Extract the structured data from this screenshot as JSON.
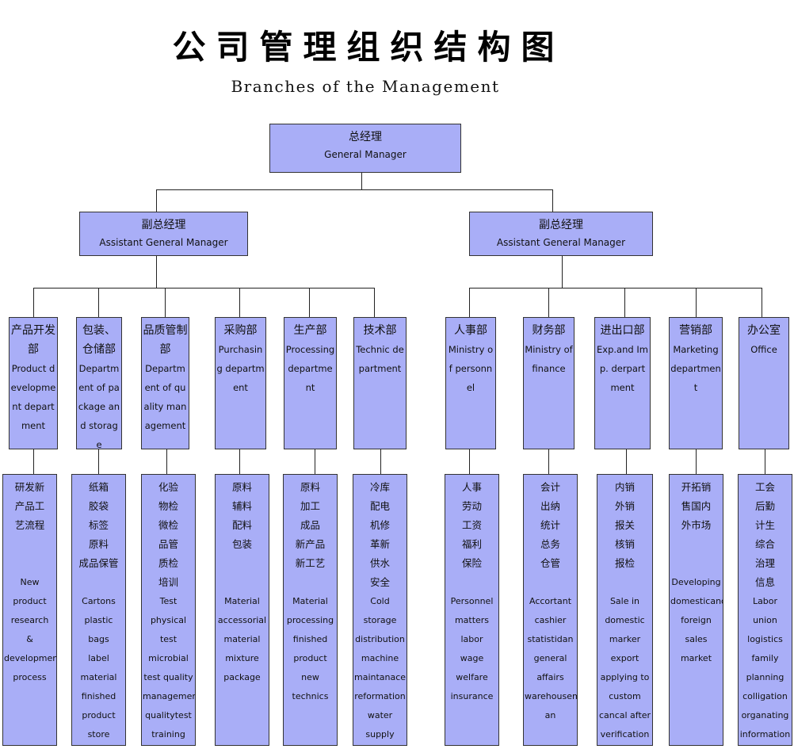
{
  "title": "公司管理组织结构图",
  "subtitle": "Branches of the Management",
  "colors": {
    "box_fill": "#a9aef7",
    "box_border": "#333333",
    "line": "#222222"
  },
  "general_manager": {
    "zh": "总经理",
    "en": "General Manager"
  },
  "assistant_managers": [
    {
      "zh": "副总经理",
      "en": "Assistant General Manager"
    },
    {
      "zh": "副总经理",
      "en": "Assistant General Manager"
    }
  ],
  "departments": [
    {
      "zh": "产品开发部",
      "en": "Product development department"
    },
    {
      "zh": "包装、仓储部",
      "en": "Department of package and storage"
    },
    {
      "zh": "品质管制部",
      "en": "Department of quality management"
    },
    {
      "zh": "采购部",
      "en": "Purchasing department"
    },
    {
      "zh": "生产部",
      "en": "Processing department"
    },
    {
      "zh": "技术部",
      "en": "Technic department"
    },
    {
      "zh": "人事部",
      "en": "Ministry of personnel"
    },
    {
      "zh": "财务部",
      "en": "Ministry of finance"
    },
    {
      "zh": "进出口部",
      "en": "Exp.and Imp. derpartment"
    },
    {
      "zh": "营销部",
      "en": "Marketing department"
    },
    {
      "zh": "办公室",
      "en": "Office"
    }
  ],
  "tasks": [
    {
      "zh": "研发新\n产品工\n艺流程",
      "en": "New product\nresearch\n&\ndevelopment\nprocess"
    },
    {
      "zh": "纸箱\n胶袋\n标签\n原料\n成品保管",
      "en": "Cartons\nplastic\nbags\nlabel\nmaterial\nfinished\nproduct\nstore"
    },
    {
      "zh": "化验\n物检\n微检\n品管\n质检\n培训",
      "en": "Test physical\ntest\nmicrobial\ntest quality\nmanagement\nqualitytest\ntraining"
    },
    {
      "zh": "原料\n辅料\n配料\n包装",
      "en": "Material\naccessorial\nmaterial\nmixture\npackage"
    },
    {
      "zh": "原料\n加工\n成品\n新产品\n新工艺",
      "en": "Material\nprocessing\nfinished\nproduct new\ntechnics"
    },
    {
      "zh": "冷库\n配电\n机修\n革新\n供水\n安全",
      "en": "Cold storage\ndistribution\nmachine\nmaintanace\nreformation\nwater supply\nsecurity"
    },
    {
      "zh": "人事\n劳动\n工资\n福利\n保险",
      "en": "Personnel\nmatters\nlabor\nwage\nwelfare\ninsurance"
    },
    {
      "zh": "会计\n出纳\n统计\n总务\n仓管",
      "en": "Accortant\ncashier\nstatistidan\ngeneral\naffairs\nwarehousem\nan"
    },
    {
      "zh": "内销\n外销\n报关\n核销\n报检",
      "en": "Sale in\ndomestic\nmarker\nexport\napplying to\ncustom\ncancal after\nverification"
    },
    {
      "zh": "开拓销\n售国内\n外市场",
      "en": "Developing\ndomesticand\nforeign sales\nmarket"
    },
    {
      "zh": "工会\n后勤\n计生\n综合\n治理\n信息",
      "en": "Labor union\nlogistics\nfamily\nplanning\ncolligation\norganating\ninformation"
    }
  ]
}
